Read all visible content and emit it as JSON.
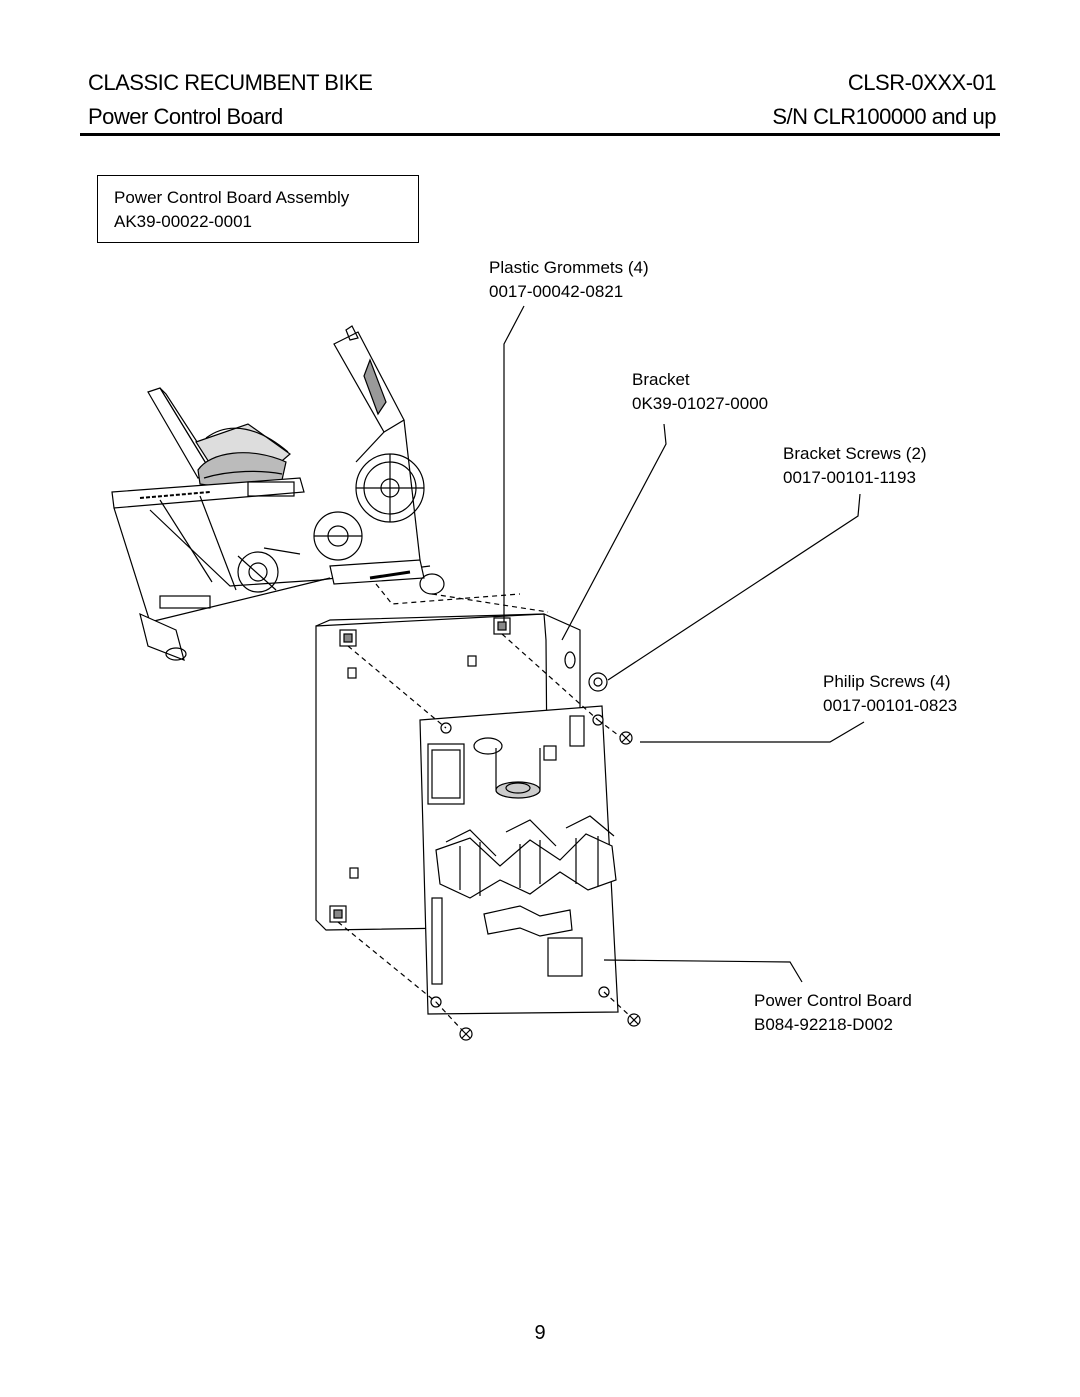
{
  "header": {
    "title": "CLASSIC RECUMBENT BIKE",
    "model": "CLSR-0XXX-01",
    "subtitle": "Power Control Board",
    "serial": "S/N CLR100000 and up"
  },
  "assembly": {
    "name": "Power Control Board Assembly",
    "part_number": "AK39-00022-0001"
  },
  "callouts": {
    "grommets": {
      "name": "Plastic Grommets (4)",
      "part_number": "0017-00042-0821"
    },
    "bracket": {
      "name": "Bracket",
      "part_number": "0K39-01027-0000"
    },
    "bracket_screws": {
      "name": "Bracket Screws (2)",
      "part_number": "0017-00101-1193"
    },
    "philip_screws": {
      "name": "Philip Screws (4)",
      "part_number": "0017-00101-0823"
    },
    "power_board": {
      "name": "Power Control Board",
      "part_number": "B084-92218-D002"
    }
  },
  "page_number": "9"
}
